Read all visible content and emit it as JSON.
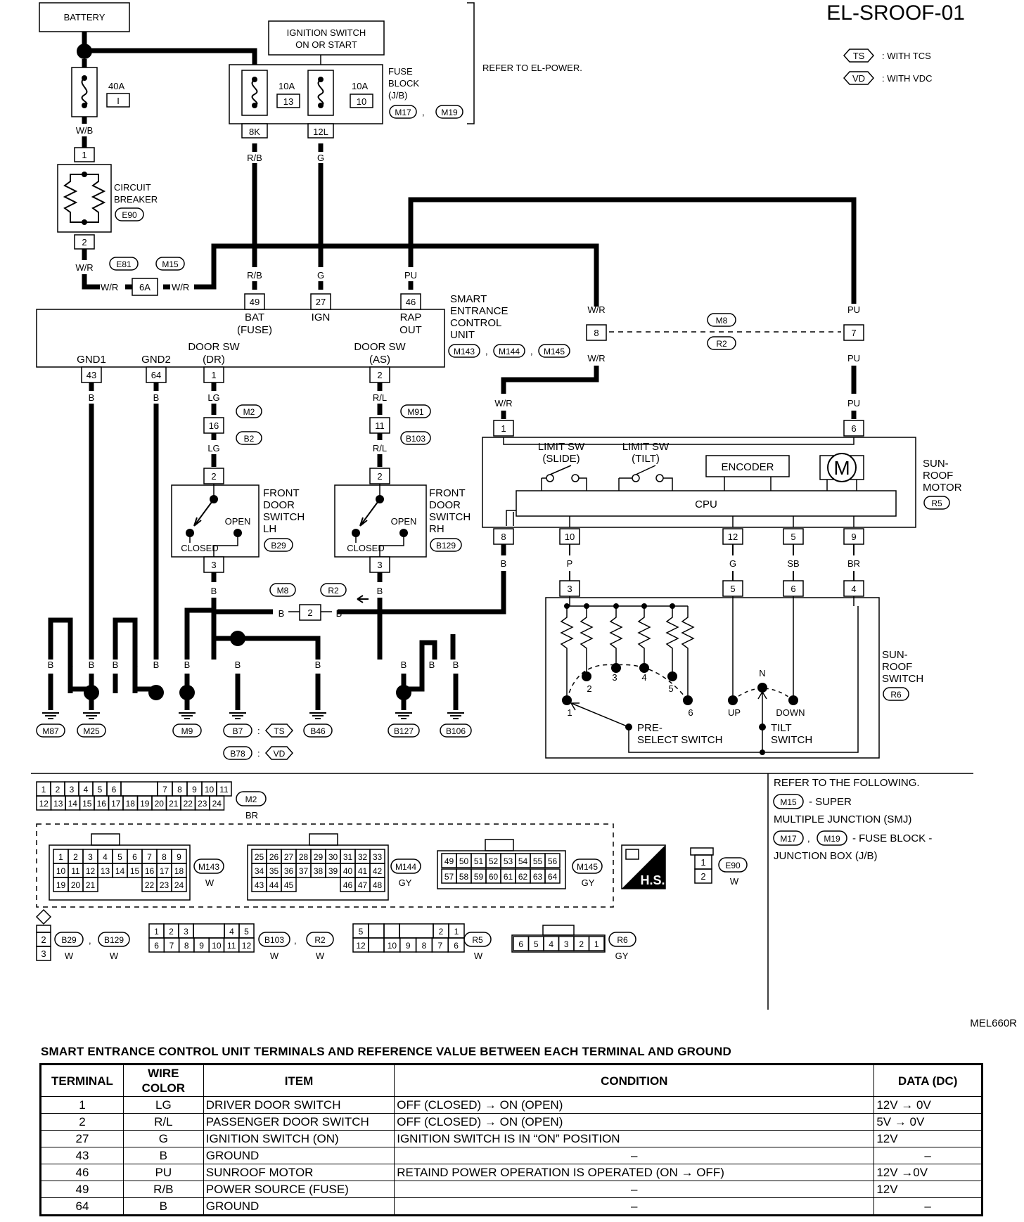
{
  "header": {
    "page_id": "EL-SROOF-01",
    "legend": [
      {
        "code": "TS",
        "meaning": ": WITH TCS"
      },
      {
        "code": "VD",
        "meaning": ": WITH VDC"
      }
    ],
    "figure_id": "MEL660R"
  },
  "power": {
    "battery": "BATTERY",
    "ignition_switch": [
      "IGNITION SWITCH",
      "ON OR START"
    ],
    "fuse_40a": {
      "rating": "40A",
      "id": "I"
    },
    "fuse_a": {
      "rating": "10A",
      "id": "13",
      "terminal": "8K"
    },
    "fuse_b": {
      "rating": "10A",
      "id": "10",
      "terminal": "12L"
    },
    "fuse_block": [
      "FUSE",
      "BLOCK",
      "(J/B)"
    ],
    "fuse_block_conns": [
      "M17",
      "M19"
    ],
    "refer_power": "REFER TO EL-POWER.",
    "circuit_breaker": [
      "CIRCUIT",
      "BREAKER"
    ],
    "circuit_breaker_conn": "E90",
    "cb_pins": [
      "1",
      "2"
    ],
    "joint": {
      "conns": [
        "E81",
        "M15"
      ],
      "pin": "6A"
    }
  },
  "wire_colors": {
    "wb": "W/B",
    "wr": "W/R",
    "rb": "R/B",
    "g": "G",
    "pu": "PU",
    "b": "B",
    "lg": "LG",
    "rl": "R/L",
    "p": "P",
    "sb": "SB",
    "br": "BR"
  },
  "secu": {
    "name": [
      "SMART",
      "ENTRANCE",
      "CONTROL",
      "UNIT"
    ],
    "conns": [
      "M143",
      "M144",
      "M145"
    ],
    "terminals": {
      "t49": {
        "pin": "49",
        "label": [
          "BAT",
          "(FUSE)"
        ]
      },
      "t27": {
        "pin": "27",
        "label": [
          "IGN"
        ]
      },
      "t46": {
        "pin": "46",
        "label": [
          "RAP",
          "OUT"
        ]
      },
      "t43": {
        "pin": "43",
        "label": [
          "GND1"
        ]
      },
      "t64": {
        "pin": "64",
        "label": [
          "GND2"
        ]
      },
      "t1": {
        "pin": "1",
        "label": [
          "DOOR SW",
          "(DR)"
        ]
      },
      "t2": {
        "pin": "2",
        "label": [
          "DOOR SW",
          "(AS)"
        ]
      }
    }
  },
  "junctions": {
    "m8_r2_upper": {
      "conns": [
        "M8",
        "R2"
      ],
      "pins": [
        "8",
        "7"
      ]
    },
    "m2_b2": {
      "conns": [
        "M2",
        "B2"
      ],
      "pin": "16"
    },
    "m91_b103": {
      "conns": [
        "M91",
        "B103"
      ],
      "pin": "11"
    },
    "m8_r2_lower": {
      "conns": [
        "M8",
        "R2"
      ],
      "pin": "2"
    }
  },
  "door_lh": {
    "name": [
      "FRONT",
      "DOOR",
      "SWITCH",
      "LH"
    ],
    "conn": "B29",
    "pins": [
      "2",
      "3"
    ],
    "open": "OPEN",
    "closed": "CLOSED"
  },
  "door_rh": {
    "name": [
      "FRONT",
      "DOOR",
      "SWITCH",
      "RH"
    ],
    "conn": "B129",
    "pins": [
      "2",
      "3"
    ],
    "open": "OPEN",
    "closed": "CLOSED"
  },
  "motor": {
    "name": [
      "SUN-",
      "ROOF",
      "MOTOR"
    ],
    "conn": "R5",
    "limit_slide": [
      "LIMIT SW",
      "(SLIDE)"
    ],
    "limit_tilt": [
      "LIMIT SW",
      "(TILT)"
    ],
    "encoder": "ENCODER",
    "cpu": "CPU",
    "m": "M",
    "pins_top": [
      "1",
      "6"
    ],
    "pins_bottom": [
      "8",
      "10",
      "12",
      "5",
      "9"
    ]
  },
  "sw": {
    "name": [
      "SUN-",
      "ROOF",
      "SWITCH"
    ],
    "conn": "R6",
    "pins_top": [
      "3",
      "5",
      "6",
      "4"
    ],
    "positions": [
      "1",
      "2",
      "3",
      "4",
      "5",
      "6"
    ],
    "up": "UP",
    "n": "N",
    "down": "DOWN",
    "preselect": [
      "PRE-",
      "SELECT SWITCH"
    ],
    "tilt": [
      "TILT",
      "SWITCH"
    ]
  },
  "grounds": [
    {
      "conn": "M87"
    },
    {
      "conn": "M25"
    },
    {
      "conn": "M9"
    },
    {
      "conn": "B7",
      "note": "TS"
    },
    {
      "conn": "B78",
      "note": "VD"
    },
    {
      "conn": "B46"
    },
    {
      "conn": "B127"
    },
    {
      "conn": "B106"
    }
  ],
  "connectors": {
    "m2": {
      "id": "M2",
      "color": "BR",
      "row1": [
        "1",
        "2",
        "3",
        "4",
        "5",
        "6",
        "7",
        "8",
        "9",
        "10",
        "11"
      ],
      "row2": [
        "12",
        "13",
        "14",
        "15",
        "16",
        "17",
        "18",
        "19",
        "20",
        "21",
        "22",
        "23",
        "24"
      ]
    },
    "m143": {
      "id": "M143",
      "color": "W",
      "row1": [
        "1",
        "2",
        "3",
        "4",
        "5",
        "6",
        "7",
        "8",
        "9"
      ],
      "row2": [
        "10",
        "11",
        "12",
        "13",
        "14",
        "15",
        "16",
        "17",
        "18"
      ],
      "row3": [
        "19",
        "20",
        "21",
        "22",
        "23",
        "24"
      ]
    },
    "m144": {
      "id": "M144",
      "color": "GY",
      "row1": [
        "25",
        "26",
        "27",
        "28",
        "29",
        "30",
        "31",
        "32",
        "33"
      ],
      "row2": [
        "34",
        "35",
        "36",
        "37",
        "38",
        "39",
        "40",
        "41",
        "42"
      ],
      "row3": [
        "43",
        "44",
        "45",
        "46",
        "47",
        "48"
      ]
    },
    "m145": {
      "id": "M145",
      "color": "GY",
      "row1": [
        "49",
        "50",
        "51",
        "52",
        "53",
        "54",
        "55",
        "56"
      ],
      "row2": [
        "57",
        "58",
        "59",
        "60",
        "61",
        "62",
        "63",
        "64"
      ]
    },
    "hs": "H.S.",
    "e90": {
      "id": "E90",
      "color": "W",
      "pins": [
        "1",
        "2"
      ]
    },
    "b29": {
      "ids": [
        "B29",
        "B129"
      ],
      "color": "W",
      "pins": [
        "2",
        "3"
      ]
    },
    "b103": {
      "ids": [
        "B103",
        "R2"
      ],
      "color": "W",
      "row1": [
        "1",
        "2",
        "3",
        "4",
        "5"
      ],
      "row2": [
        "6",
        "7",
        "8",
        "9",
        "10",
        "11",
        "12"
      ]
    },
    "r5": {
      "id": "R5",
      "color": "W",
      "row1": [
        "5",
        "2",
        "1"
      ],
      "row2": [
        "12",
        "10",
        "9",
        "8",
        "7",
        "6"
      ]
    },
    "r6": {
      "id": "R6",
      "color": "GY",
      "row1": [
        "6",
        "5",
        "4",
        "3",
        "2",
        "1"
      ]
    }
  },
  "refer": {
    "title": "REFER TO THE FOLLOWING.",
    "m15": {
      "conn": "M15",
      "text": "- SUPER",
      "text2": "MULTIPLE JUNCTION (SMJ)"
    },
    "fb": {
      "conns": [
        "M17",
        "M19"
      ],
      "text": "- FUSE BLOCK -",
      "text2": "JUNCTION BOX (J/B)"
    }
  },
  "table": {
    "title": "SMART ENTRANCE CONTROL UNIT TERMINALS AND REFERENCE VALUE BETWEEN EACH TERMINAL AND GROUND",
    "headers": [
      "TERMINAL",
      "WIRE COLOR",
      "ITEM",
      "CONDITION",
      "DATA (DC)"
    ],
    "rows": [
      [
        "1",
        "LG",
        "DRIVER DOOR SWITCH",
        "OFF (CLOSED)  → ON (OPEN)",
        "12V → 0V"
      ],
      [
        "2",
        "R/L",
        "PASSENGER DOOR SWITCH",
        "OFF (CLOSED)  → ON (OPEN)",
        "5V → 0V"
      ],
      [
        "27",
        "G",
        "IGNITION SWITCH (ON)",
        "IGNITION SWITCH IS IN “ON” POSITION",
        "12V"
      ],
      [
        "43",
        "B",
        "GROUND",
        "–",
        "–"
      ],
      [
        "46",
        "PU",
        "SUNROOF MOTOR",
        "RETAIND POWER OPERATION IS OPERATED  (ON → OFF)",
        "12V →0V"
      ],
      [
        "49",
        "R/B",
        "POWER SOURCE (FUSE)",
        "–",
        "12V"
      ],
      [
        "64",
        "B",
        "GROUND",
        "–",
        "–"
      ]
    ]
  }
}
